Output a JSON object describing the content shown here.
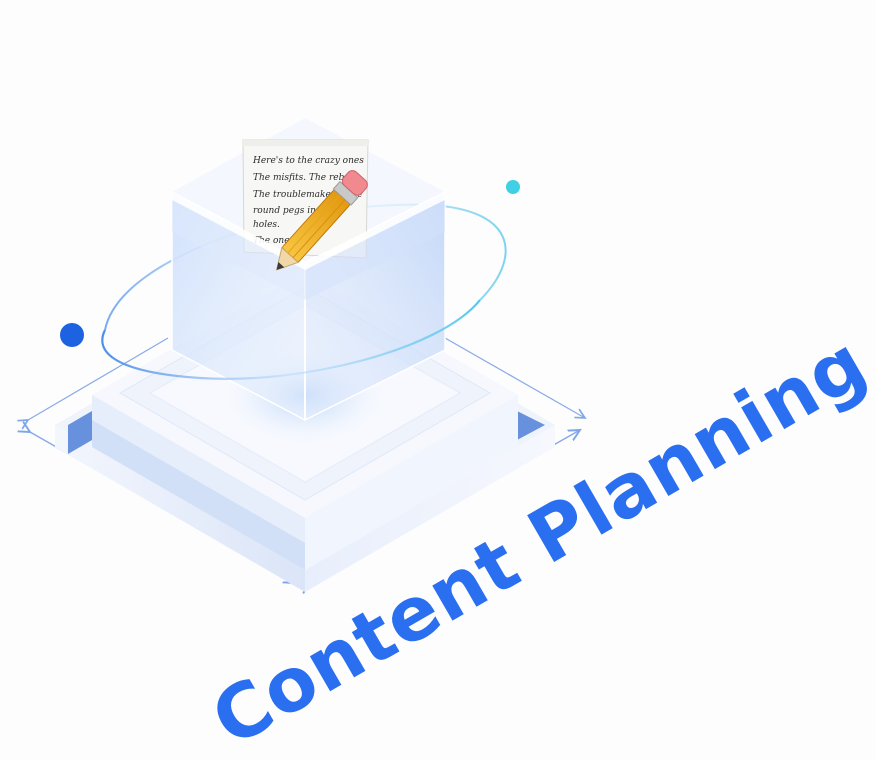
{
  "illustration": {
    "title": "Content Planning",
    "document_lines": [
      "Here's to the crazy ones",
      "The misfits. The rebels.",
      "The troublemakers. The",
      "round pegs in the",
      "holes.",
      "The ones wh"
    ]
  },
  "colors": {
    "title": "#2a6ff0",
    "arrow": "#7fa6e6",
    "platform_top": "#eef2fb",
    "platform_side": "#c7d6f4",
    "cube_glass": "#dbe7fb",
    "orbit": "#7cb4f0",
    "dot_blue": "#1d62e0",
    "dot_cyan": "#3fd0e6",
    "pencil_body": "#f4b21c",
    "pencil_eraser": "#f08a8e"
  },
  "icons": {
    "document": "handwritten-note-icon",
    "pencil": "pencil-icon"
  }
}
